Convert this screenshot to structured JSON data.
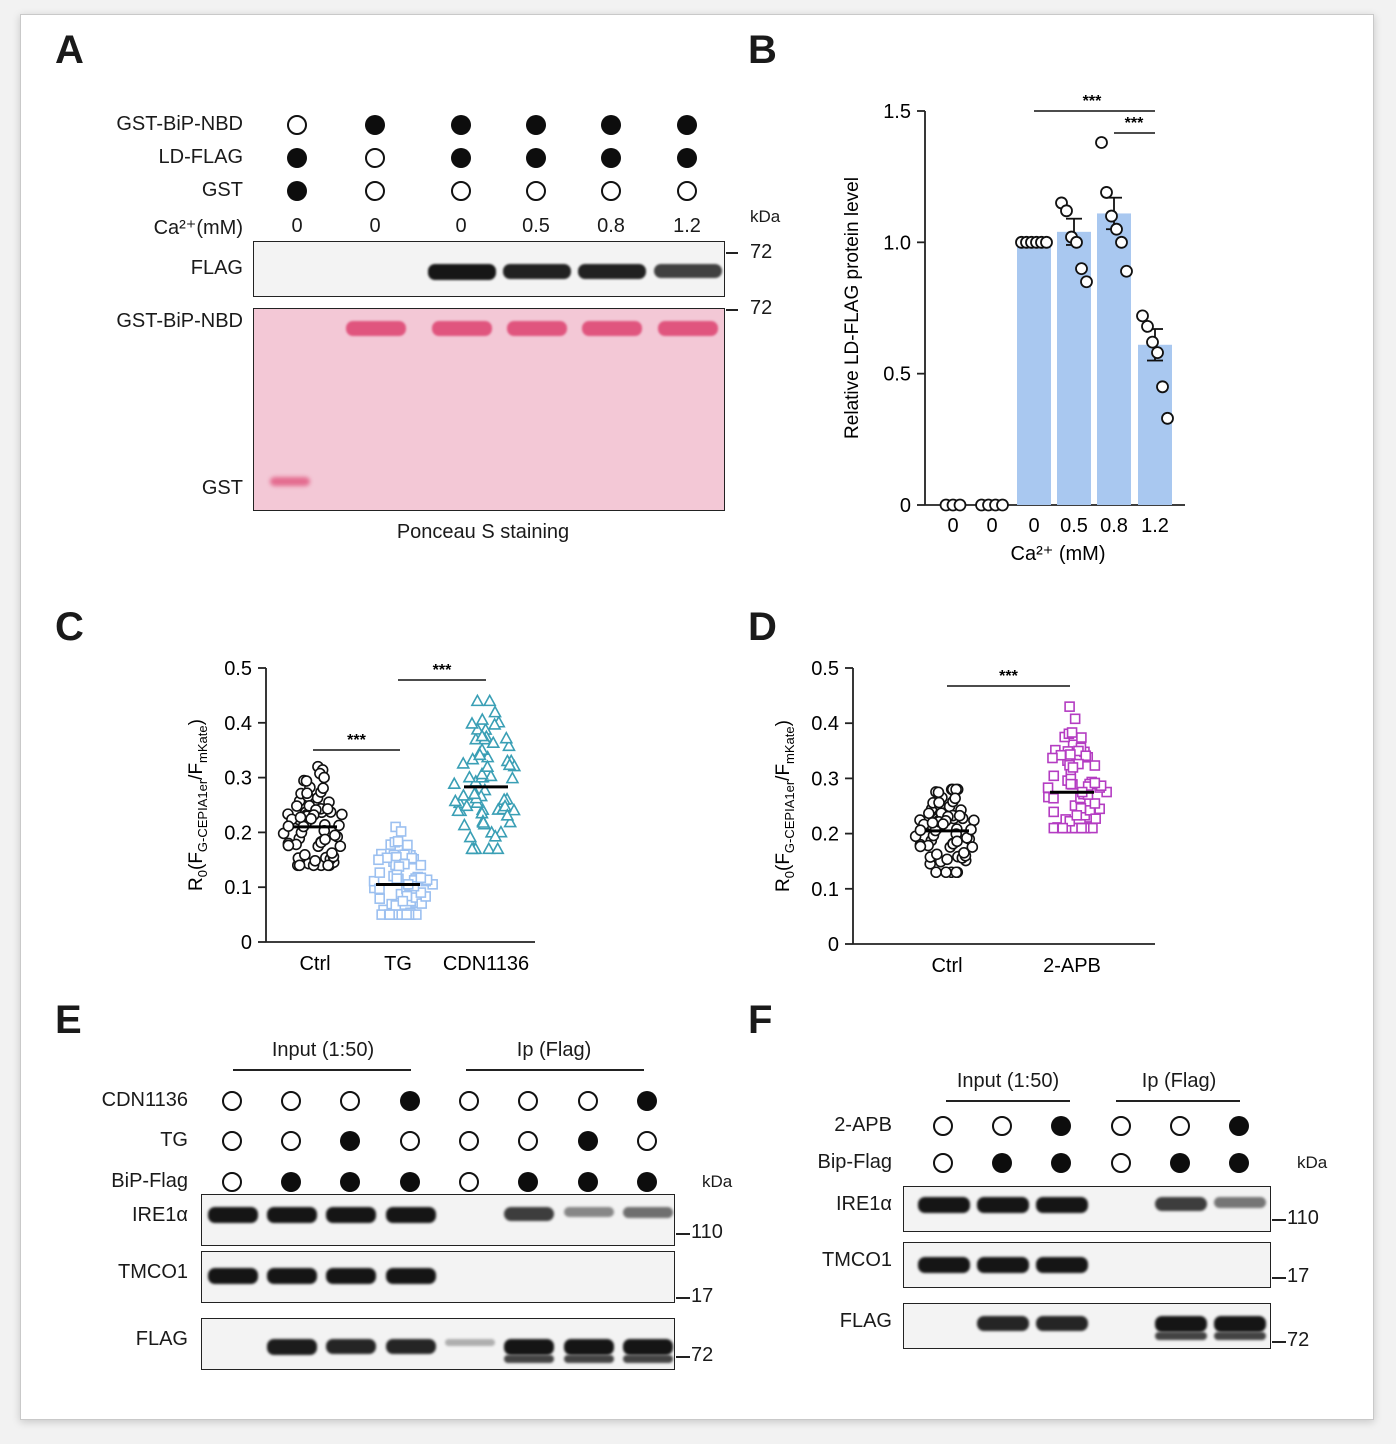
{
  "panelA": {
    "letter": "A",
    "rows": [
      {
        "label": "GST-BiP-NBD",
        "states": [
          0,
          1,
          1,
          1,
          1,
          1
        ]
      },
      {
        "label": "LD-FLAG",
        "states": [
          1,
          0,
          1,
          1,
          1,
          1
        ]
      },
      {
        "label": "GST",
        "states": [
          1,
          0,
          0,
          0,
          0,
          0
        ]
      }
    ],
    "ca_label": "Ca²⁺(mM)",
    "ca_values": [
      "0",
      "0",
      "0",
      "0.5",
      "0.8",
      "1.2"
    ],
    "kda": "kDa",
    "blot1_label": "FLAG",
    "blot1_marker": "72",
    "blot2_label_top": "GST-BiP-NBD",
    "blot2_label_bottom": "GST",
    "blot2_marker": "72",
    "caption": "Ponceau S staining",
    "flag_band_intensity": [
      0,
      0,
      1.0,
      0.92,
      0.92,
      0.7
    ],
    "gst_band_intensity": [
      1,
      0,
      0,
      0,
      0,
      0
    ],
    "ponceau_color": "#f3c8d6",
    "ponceau_band_color": "#e0557e"
  },
  "panelB": {
    "letter": "B",
    "chart_data": {
      "type": "bar",
      "categories": [
        "0",
        "0",
        "0",
        "0.5",
        "0.8",
        "1.2"
      ],
      "values": [
        0,
        0,
        1.0,
        1.04,
        1.11,
        0.61
      ],
      "errors": [
        0,
        0,
        0,
        0.05,
        0.06,
        0.06
      ],
      "points": [
        [
          0,
          0,
          0
        ],
        [
          0,
          0,
          0,
          0
        ],
        [
          1,
          1,
          1,
          1,
          1,
          1
        ],
        [
          1.15,
          1.12,
          1.02,
          1.0,
          0.9,
          0.85
        ],
        [
          1.38,
          1.19,
          1.1,
          1.05,
          1.0,
          0.89
        ],
        [
          0.72,
          0.68,
          0.62,
          0.58,
          0.45,
          0.33
        ]
      ],
      "xlabel": "Ca²⁺ (mM)",
      "ylabel": "Relative LD-FLAG protein level",
      "ylim": [
        0,
        1.5
      ],
      "yticks": [
        "0",
        "0.5",
        "1.0",
        "1.5"
      ],
      "bar_color": "#a9c8f0",
      "annotations": [
        "***",
        "***"
      ]
    }
  },
  "panelC": {
    "letter": "C",
    "chart_data": {
      "type": "scatter",
      "categories": [
        "Ctrl",
        "TG",
        "CDN1136"
      ],
      "medians": [
        0.21,
        0.105,
        0.283
      ],
      "ranges": [
        [
          0.14,
          0.32
        ],
        [
          0.05,
          0.21
        ],
        [
          0.17,
          0.44
        ]
      ],
      "colors": [
        "#111111",
        "#9cc0f0",
        "#3a9fb5"
      ],
      "markers": [
        "circle",
        "square",
        "triangle"
      ],
      "ylabel": "R₀(F_G-CEPIA1er/F_mKate)",
      "ylim": [
        0,
        0.5
      ],
      "yticks": [
        "0",
        "0.1",
        "0.2",
        "0.3",
        "0.4",
        "0.5"
      ],
      "annotations": [
        "***",
        "***"
      ]
    }
  },
  "panelD": {
    "letter": "D",
    "chart_data": {
      "type": "scatter",
      "categories": [
        "Ctrl",
        "2-APB"
      ],
      "medians": [
        0.205,
        0.275
      ],
      "ranges": [
        [
          0.13,
          0.28
        ],
        [
          0.21,
          0.43
        ]
      ],
      "colors": [
        "#111111",
        "#b43cc2"
      ],
      "markers": [
        "circle",
        "square"
      ],
      "ylabel": "R₀(F_G-CEPIA1er/F_mKate)",
      "ylim": [
        0,
        0.5
      ],
      "yticks": [
        "0",
        "0.1",
        "0.2",
        "0.3",
        "0.4",
        "0.5"
      ],
      "annotations": [
        "***"
      ]
    }
  },
  "panelE": {
    "letter": "E",
    "group_input": "Input (1:50)",
    "group_ip": "Ip (Flag)",
    "rows": [
      {
        "label": "CDN1136",
        "states": [
          0,
          0,
          0,
          1,
          0,
          0,
          0,
          1
        ]
      },
      {
        "label": "TG",
        "states": [
          0,
          0,
          1,
          0,
          0,
          0,
          1,
          0
        ]
      },
      {
        "label": "BiP-Flag",
        "states": [
          0,
          1,
          1,
          1,
          0,
          1,
          1,
          1
        ]
      }
    ],
    "kda": "kDa",
    "blots": [
      {
        "label": "IRE1α",
        "marker": "110",
        "intensity": [
          1,
          1,
          1,
          1,
          0,
          0.75,
          0.3,
          0.45
        ]
      },
      {
        "label": "TMCO1",
        "marker": "17",
        "intensity": [
          1,
          1,
          1,
          1,
          0,
          0,
          0,
          0
        ]
      },
      {
        "label": "FLAG",
        "marker": "72",
        "intensity": [
          0,
          0.95,
          0.9,
          0.9,
          0.05,
          1,
          1,
          1
        ]
      }
    ]
  },
  "panelF": {
    "letter": "F",
    "group_input": "Input (1:50)",
    "group_ip": "Ip (Flag)",
    "rows": [
      {
        "label": "2-APB",
        "states": [
          0,
          0,
          1,
          0,
          0,
          1
        ]
      },
      {
        "label": "Bip-Flag",
        "states": [
          0,
          1,
          1,
          0,
          1,
          1
        ]
      }
    ],
    "kda": "kDa",
    "blots": [
      {
        "label": "IRE1α",
        "marker": "110",
        "intensity": [
          1,
          1,
          1,
          0,
          0.75,
          0.4
        ]
      },
      {
        "label": "TMCO1",
        "marker": "17",
        "intensity": [
          1,
          1,
          1,
          0,
          0,
          0
        ]
      },
      {
        "label": "FLAG",
        "marker": "72",
        "intensity": [
          0,
          0.9,
          0.9,
          0,
          1,
          1
        ]
      }
    ]
  }
}
